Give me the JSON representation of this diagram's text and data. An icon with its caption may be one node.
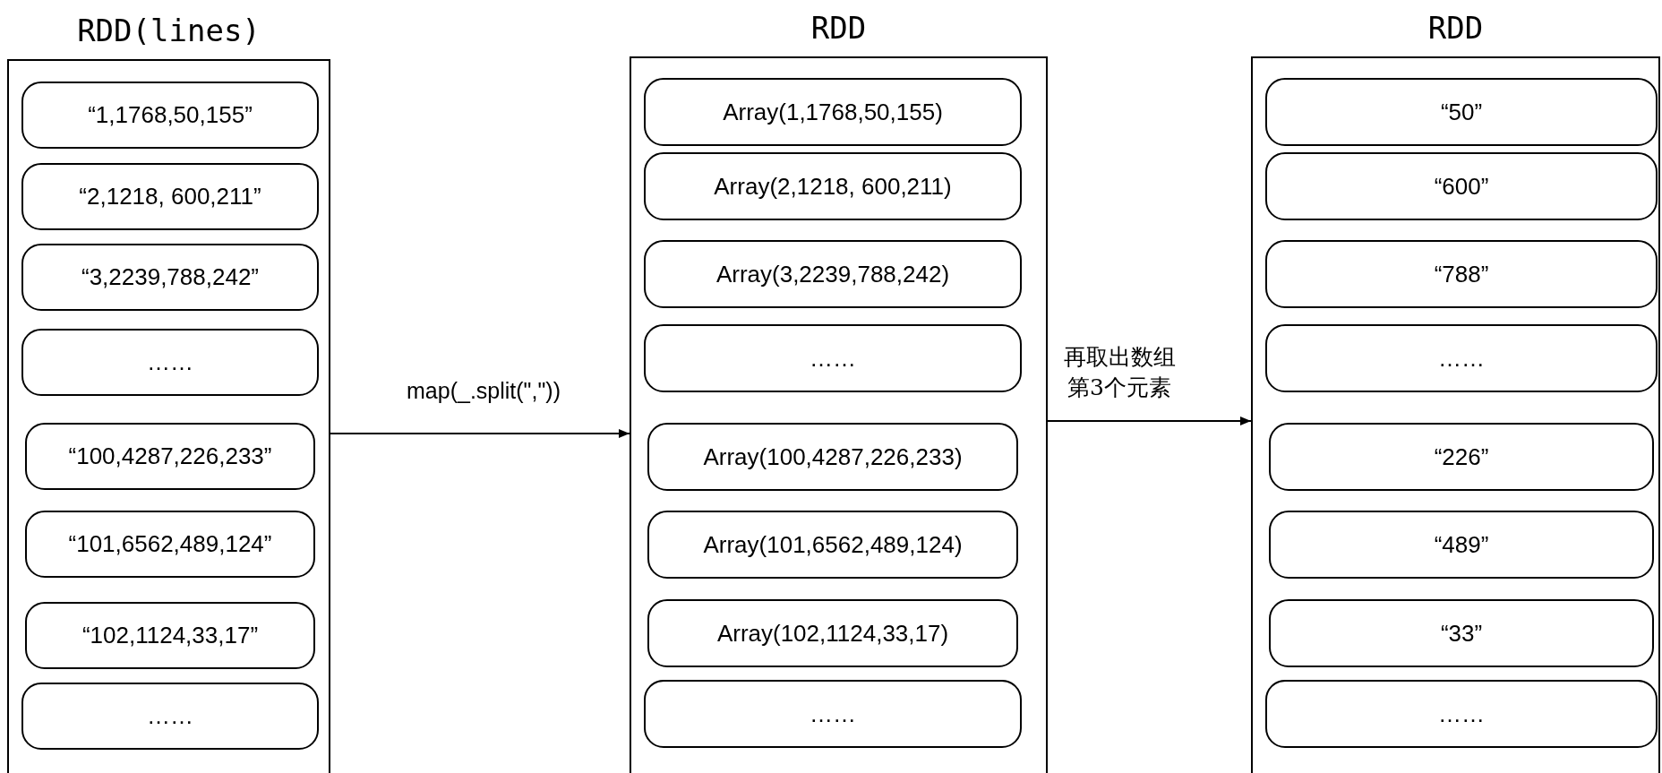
{
  "diagram": {
    "nodes": [
      {
        "text": [
          "RDD(lines)"
        ]
      },
      {
        "text": [
          "“1,1768,50,155”"
        ],
        "in": 0
      },
      {
        "text": [
          "“2,1218, 600,211”"
        ],
        "in": 0
      },
      {
        "text": [
          "“3,2239,788,242”"
        ],
        "in": 0
      },
      {
        "text": [
          "……"
        ],
        "in": 0
      },
      {
        "text": [
          "“100,4287,226,233”"
        ],
        "in": 0
      },
      {
        "text": [
          "“101,6562,489,124”"
        ],
        "in": 0
      },
      {
        "text": [
          "“102,1124,33,17”"
        ],
        "in": 0
      },
      {
        "text": [
          "……"
        ],
        "in": 0
      },
      {
        "text": [
          "RDD"
        ]
      },
      {
        "text": [
          "Array(1,1768,50,155)"
        ],
        "in": 9
      },
      {
        "text": [
          "Array(2,1218, 600,211)"
        ],
        "in": 9
      },
      {
        "text": [
          "Array(3,2239,788,242)"
        ],
        "in": 9
      },
      {
        "text": [
          "……"
        ],
        "in": 9
      },
      {
        "text": [
          "Array(100,4287,226,233)"
        ],
        "in": 9
      },
      {
        "text": [
          "Array(101,6562,489,124)"
        ],
        "in": 9
      },
      {
        "text": [
          "Array(102,1124,33,17)"
        ],
        "in": 9
      },
      {
        "text": [
          "……"
        ],
        "in": 9
      },
      {
        "text": [
          "RDD"
        ]
      },
      {
        "text": [
          "“50”"
        ],
        "in": 18
      },
      {
        "text": [
          "“600”"
        ],
        "in": 18
      },
      {
        "text": [
          "“788”"
        ],
        "in": 18
      },
      {
        "text": [
          "……"
        ],
        "in": 18
      },
      {
        "text": [
          "“226”"
        ],
        "in": 18
      },
      {
        "text": [
          "“489”"
        ],
        "in": 18
      },
      {
        "text": [
          "“33”"
        ],
        "in": 18
      },
      {
        "text": [
          "……"
        ],
        "in": 18
      }
    ],
    "edges": [
      {
        "from": 0,
        "to": 9,
        "arrow": "to",
        "label": "map(_.split(\",\"))"
      },
      {
        "from": 9,
        "to": 18,
        "arrow": "to",
        "label": "再取出数组第3个元素"
      }
    ]
  }
}
